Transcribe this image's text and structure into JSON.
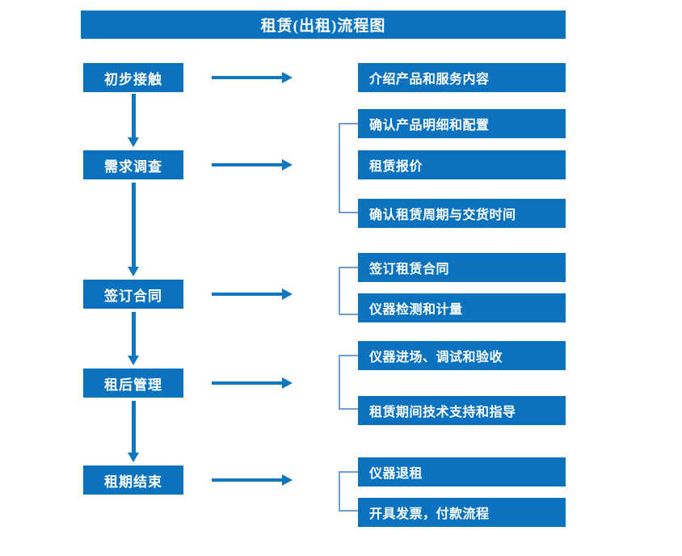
{
  "title": "租赁(出租)流程图",
  "theme": {
    "box_blue": "#0a72be",
    "arrow_blue": "#0f76c0",
    "bracket_blue": "#6f9fd0",
    "text_white": "#ffffff",
    "background": "#ffffff"
  },
  "stages": [
    {
      "label": "初步接触"
    },
    {
      "label": "需求调查"
    },
    {
      "label": "签订合同"
    },
    {
      "label": "租后管理"
    },
    {
      "label": "租期结束"
    }
  ],
  "details": [
    {
      "label": "介绍产品和服务内容"
    },
    {
      "label": "确认产品明细和配置"
    },
    {
      "label": "租赁报价"
    },
    {
      "label": "确认租赁周期与交货时间"
    },
    {
      "label": "签订租赁合同"
    },
    {
      "label": "仪器检测和计量"
    },
    {
      "label": "仪器进场、调试和验收"
    },
    {
      "label": "租赁期间技术支持和指导"
    },
    {
      "label": "仪器退租"
    },
    {
      "label": "开具发票，付款流程"
    }
  ],
  "groups": [
    {
      "stage": "需求调查",
      "items": [
        "确认产品明细和配置",
        "租赁报价",
        "确认租赁周期与交货时间"
      ]
    },
    {
      "stage": "签订合同",
      "items": [
        "签订租赁合同",
        "仪器检测和计量"
      ]
    },
    {
      "stage": "租后管理",
      "items": [
        "仪器进场、调试和验收",
        "租赁期间技术支持和指导"
      ]
    },
    {
      "stage": "租期结束",
      "items": [
        "仪器退租",
        "开具发票，付款流程"
      ]
    }
  ],
  "connectors": {
    "horizontal_arrow": "arrow-right-icon",
    "vertical_arrow": "arrow-down-icon",
    "bracket": "bracket-icon"
  }
}
